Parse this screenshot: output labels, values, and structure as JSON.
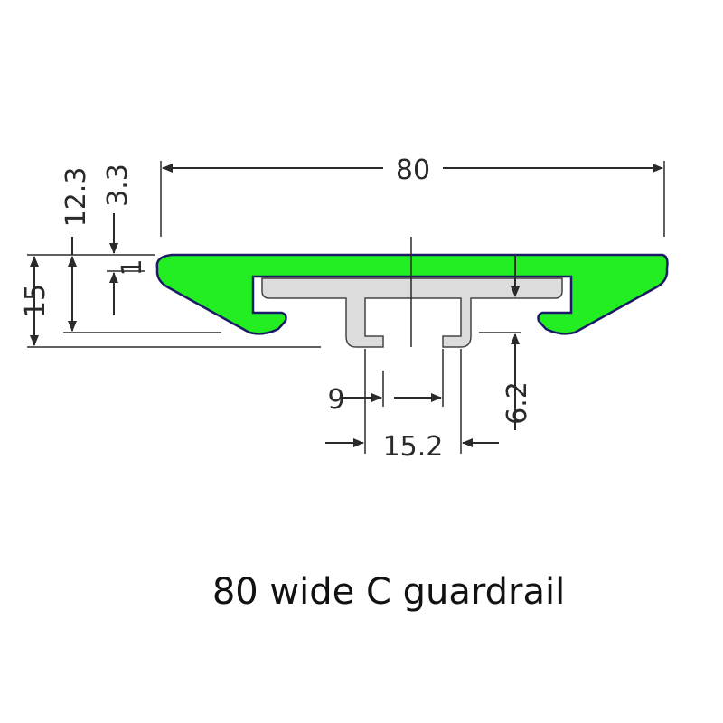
{
  "colors": {
    "profile_fill": "#22ee22",
    "profile_outline": "#1a1a66",
    "insert_fill": "#dcdcdc",
    "insert_outline": "#444444",
    "line": "#2a2a2a"
  },
  "dimensions": {
    "overall_width": "80",
    "total_height": "15",
    "height_12_3": "12.3",
    "top_thickness": "3.3",
    "small_gap": "1",
    "slot_width": "9",
    "leg_span": "15.2",
    "leg_depth": "6.2"
  },
  "caption": "80 wide C guardrail"
}
